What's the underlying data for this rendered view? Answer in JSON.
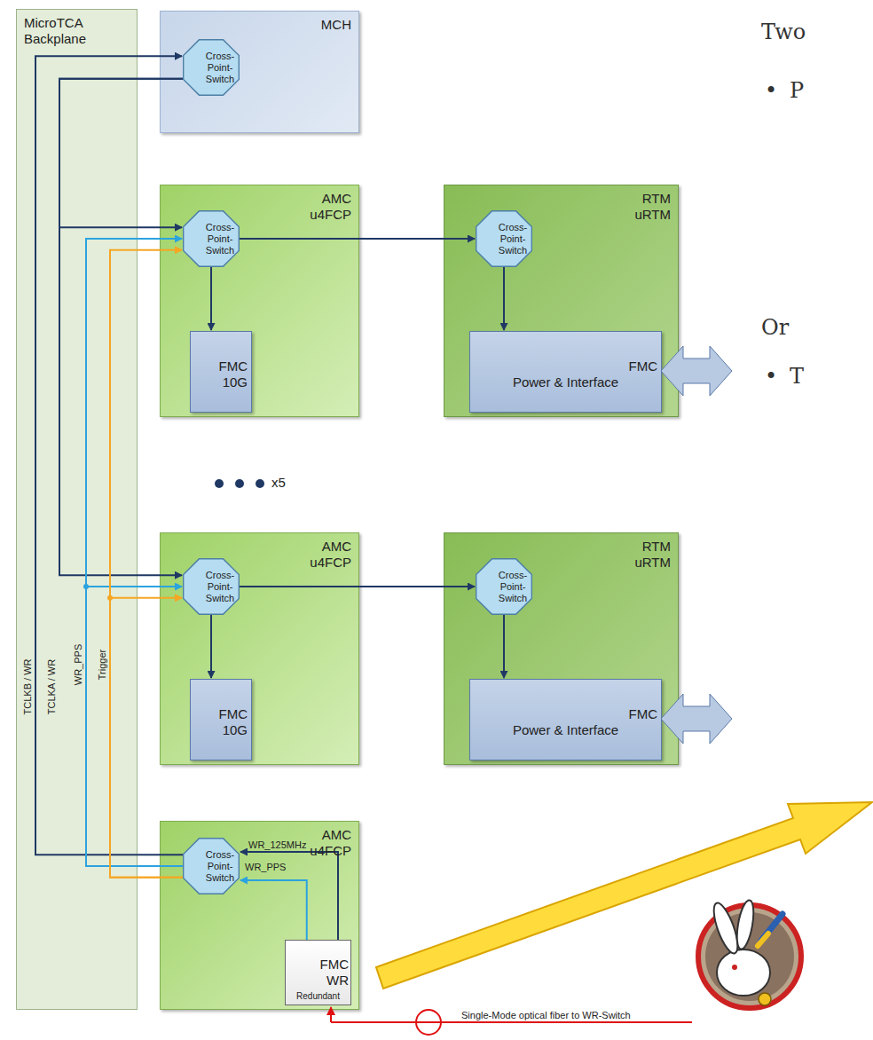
{
  "diagram": {
    "nodes": [
      {
        "text": [
          "MicroTCA Backplane"
        ]
      },
      {
        "text": [
          "MCH"
        ]
      },
      {
        "text": [
          "Cross-Point-Switch"
        ],
        "in": 1
      },
      {
        "text": [
          "AMC u4FCP"
        ]
      },
      {
        "text": [
          "Cross-Point-Switch"
        ],
        "in": 3
      },
      {
        "text": [
          "FMC 10G"
        ],
        "in": 3
      },
      {
        "text": [
          "RTM uRTM"
        ]
      },
      {
        "text": [
          "Cross-Point-Switch"
        ],
        "in": 6
      },
      {
        "text": [
          "FMC",
          "Power & Interface"
        ],
        "in": 6
      },
      {
        "text": [
          "AMC u4FCP"
        ]
      },
      {
        "text": [
          "Cross-Point-Switch"
        ],
        "in": 9
      },
      {
        "text": [
          "FMC 10G"
        ],
        "in": 9
      },
      {
        "text": [
          "RTM uRTM"
        ]
      },
      {
        "text": [
          "Cross-Point-Switch"
        ],
        "in": 12
      },
      {
        "text": [
          "FMC",
          "Power & Interface"
        ],
        "in": 12
      },
      {
        "text": [
          "AMC u4FCP"
        ]
      },
      {
        "text": [
          "Cross-Point-Switch"
        ],
        "in": 15
      },
      {
        "text": [
          "FMC WR",
          "Redundant"
        ],
        "in": 15
      }
    ],
    "edges": [
      {
        "from": 16,
        "to": 2,
        "arrow": "to"
      },
      {
        "from": 2,
        "to": 4,
        "arrow": "to"
      },
      {
        "from": 2,
        "to": 10,
        "arrow": "to"
      },
      {
        "from": 16,
        "to": 4,
        "arrow": "to"
      },
      {
        "from": 16,
        "to": 10,
        "arrow": "to"
      },
      {
        "from": 16,
        "to": 4,
        "arrow": "to"
      },
      {
        "from": 16,
        "to": 10,
        "arrow": "to"
      },
      {
        "from": 4,
        "to": 7,
        "arrow": "to"
      },
      {
        "from": 10,
        "to": 13,
        "arrow": "to"
      },
      {
        "from": 4,
        "to": 5,
        "arrow": "to"
      },
      {
        "from": 10,
        "to": 11,
        "arrow": "to"
      },
      {
        "from": 7,
        "to": 8,
        "arrow": "to"
      },
      {
        "from": 13,
        "to": 14,
        "arrow": "to"
      },
      {
        "from": 17,
        "to": 16,
        "arrow": "to"
      },
      {
        "from": 17,
        "to": 16,
        "arrow": "to"
      }
    ],
    "labels": [
      "TCLKB / WR",
      "TCLKA / WR",
      "WR_PPS",
      "Trigger",
      "x5",
      "WR_125MHz",
      "WR_PPS",
      "Single-Mode optical fiber to WR-Switch",
      "Two",
      "•",
      "P",
      "Or",
      "•",
      "T"
    ]
  }
}
